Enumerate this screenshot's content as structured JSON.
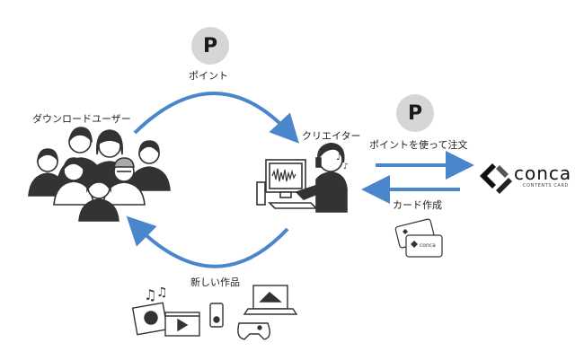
{
  "labels": {
    "point_top": "ポイント",
    "downloaders": "ダウンロードユーザー",
    "creator": "クリエイター",
    "use_points": "ポイントを使って注文",
    "card_creation": "カード作成",
    "new_works": "新しい作品"
  },
  "badge": {
    "letter": "P"
  },
  "brand": {
    "name": "conca",
    "subtitle": "CONTENTS CARD"
  },
  "card": {
    "brand": "conca"
  },
  "icons": {
    "users": "group-of-people-icon",
    "creator": "creator-at-computer-icon",
    "works": "media-works-icon",
    "cards": "contents-card-icon",
    "logo": "conca-logo-icon"
  },
  "colors": {
    "arrow": "#4a86cc",
    "badge": "#d6d6d6",
    "ink": "#222222",
    "figure_dark": "#333333"
  }
}
